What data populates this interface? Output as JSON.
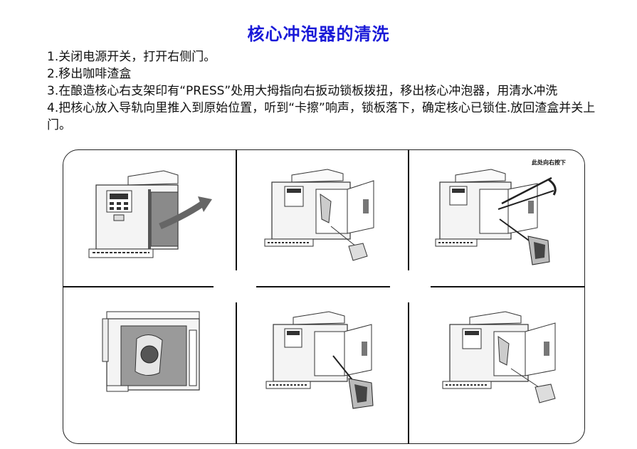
{
  "title": "核心冲泡器的清洗",
  "steps": [
    "1.关闭电源开关，打开右侧门。",
    "2.移出咖啡渣盒",
    "3.在酿造核心右支架印有“PRESS”处用大拇指向右扳动锁板拨扭，移出核心冲泡器，用清水冲洗",
    "4.把核心放入导轨向里推入到原始位置，听到“卡擦”响声，锁板落下，确定核心已锁住.放回渣盒并关上门。"
  ],
  "illustrations": {
    "callout_text": "此处向右按下",
    "panels": [
      {
        "name": "panel-1-open-side-door",
        "icon": "coffee-machine-door-arrow"
      },
      {
        "name": "panel-2-remove-grounds-box",
        "icon": "coffee-machine-open-box"
      },
      {
        "name": "panel-3-press-lock-remove-brewer",
        "icon": "coffee-machine-brewer-remove"
      },
      {
        "name": "panel-4-side-view-brewer",
        "icon": "coffee-machine-side-view"
      },
      {
        "name": "panel-5-insert-brewer",
        "icon": "coffee-machine-brewer-insert"
      },
      {
        "name": "panel-6-replace-grounds-box",
        "icon": "coffee-machine-box-insert"
      }
    ]
  }
}
